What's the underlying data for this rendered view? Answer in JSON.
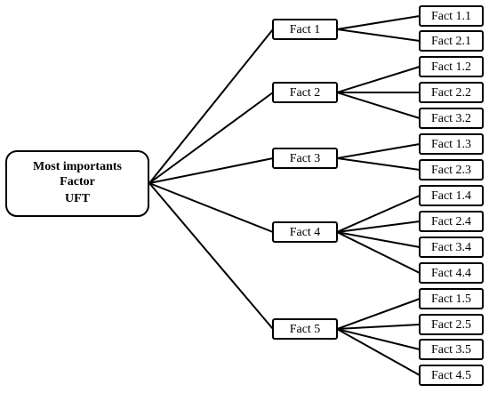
{
  "root": {
    "lines": [
      "Most importants",
      "Factor",
      "UFT"
    ]
  },
  "facts": [
    {
      "label": "Fact 1",
      "children": [
        "Fact 1.1",
        "Fact 2.1"
      ]
    },
    {
      "label": "Fact 2",
      "children": [
        "Fact 1.2",
        "Fact 2.2",
        "Fact 3.2"
      ]
    },
    {
      "label": "Fact 3",
      "children": [
        "Fact 1.3",
        "Fact 2.3"
      ]
    },
    {
      "label": "Fact 4",
      "children": [
        "Fact 1.4",
        "Fact 2.4",
        "Fact 3.4",
        "Fact 4.4"
      ]
    },
    {
      "label": "Fact 5",
      "children": [
        "Fact 1.5",
        "Fact 2.5",
        "Fact 3.5",
        "Fact 4.5"
      ]
    }
  ]
}
